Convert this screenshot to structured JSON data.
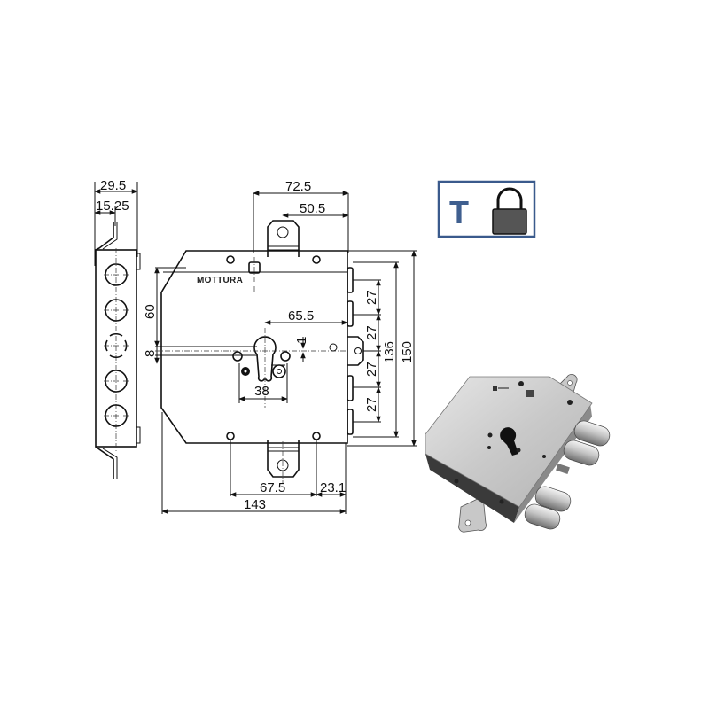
{
  "brand": "MOTTURA",
  "badge": {
    "letter": "T",
    "icon": "padlock-icon",
    "border_color": "#3a5a8c",
    "letter_color": "#3f5f8f",
    "lock_body_color": "#555555"
  },
  "dimensions": {
    "side_total_width": "29.5",
    "side_inner_width": "15.25",
    "top_outer": "72.5",
    "top_inner": "50.5",
    "backset_height_60": "60",
    "offset_8": "8",
    "cylinder_to_edge": "65.5",
    "offset_1": "1",
    "cylinder_width": "38",
    "bolt_spacing_1": "27",
    "bolt_spacing_2": "27",
    "bolt_spacing_3": "27",
    "bolt_spacing_4": "27",
    "inner_height": "136",
    "total_height": "150",
    "bottom_inner": "67.5",
    "bottom_edge": "23.1",
    "total_width": "143"
  }
}
